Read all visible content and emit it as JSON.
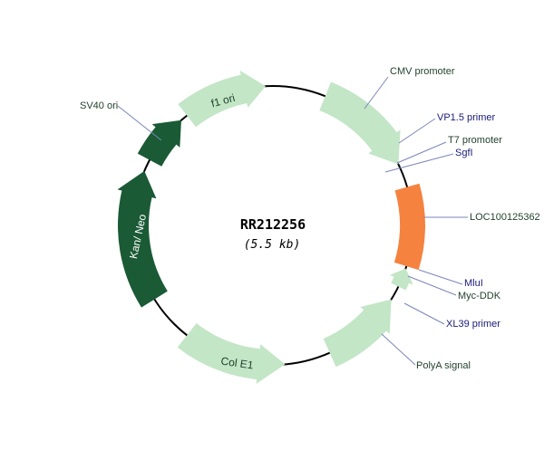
{
  "plasmid": {
    "name": "RR212256",
    "size": "(5.5 kb)"
  },
  "colors": {
    "light_feature": "#c3e6c6",
    "dark_feature": "#1a5a35",
    "insert": "#f5823f",
    "backbone": "#000000",
    "label_green": "#1f3f2a",
    "label_blue": "#1a1a7a",
    "leader": "#7a86b8"
  },
  "features": {
    "cmv_promoter": "CMV promoter",
    "vp15_primer": "VP1.5 primer",
    "t7_promoter": "T7 promoter",
    "sgfi": "SgfI",
    "insert": "LOC100125362",
    "mlui": "MluI",
    "myc_ddk": "Myc-DDK",
    "xl39_primer": "XL39 primer",
    "polya_signal": "PolyA signal",
    "col_e1": "Col E1",
    "kan_neo": "Kan/ Neo",
    "sv40_ori": "SV40 ori",
    "f1_ori": "f1 ori"
  }
}
